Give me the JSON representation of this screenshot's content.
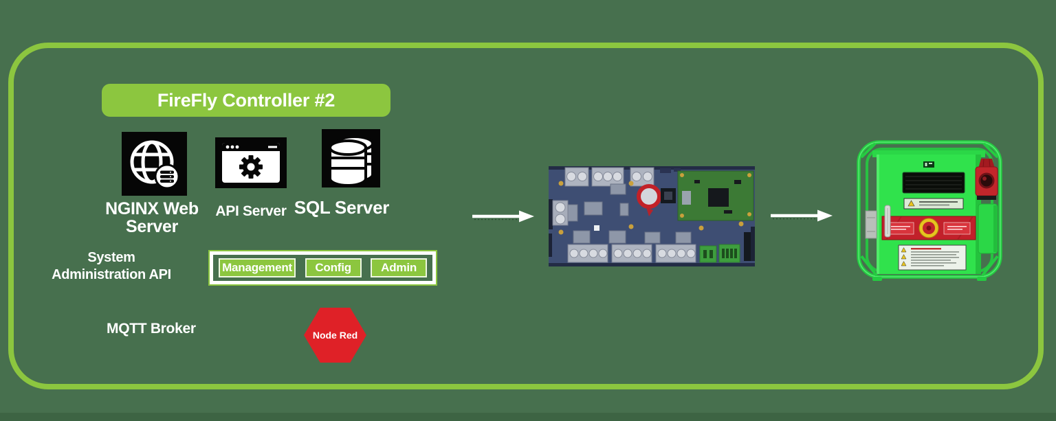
{
  "palette": {
    "background": "#47704E",
    "accent_green": "#8CC63F",
    "text_white": "#FFFFFF",
    "node_red_red": "#DF2127",
    "cabinet_green": "#30E24C",
    "cage_green": "#25CB41",
    "pcb_blue": "#3E4E73"
  },
  "controller_panel": {
    "title": "FireFly Controller #2",
    "services": [
      {
        "label": "NGINX Web Server",
        "icon": "globe-server-icon"
      },
      {
        "label": "API Server",
        "icon": "browser-gear-icon"
      },
      {
        "label": "SQL Server",
        "icon": "database-stack-icon"
      }
    ],
    "system_admin": {
      "label": "System Administration API",
      "buttons": [
        {
          "label": "Management"
        },
        {
          "label": "Config"
        },
        {
          "label": "Admin"
        }
      ]
    },
    "mqtt": {
      "label": "MQTT Broker"
    },
    "node_red": {
      "label": "Node Red",
      "shape": "hexagon"
    }
  },
  "flow": {
    "arrows": [
      {
        "name": "controller-to-pcb-arrow",
        "direction": "right"
      },
      {
        "name": "pcb-to-cabinet-arrow",
        "direction": "right"
      }
    ]
  },
  "hardware": {
    "pcb": {
      "name": "controller-circuit-board"
    },
    "cabinet": {
      "name": "firefly-field-controller-unit"
    }
  }
}
